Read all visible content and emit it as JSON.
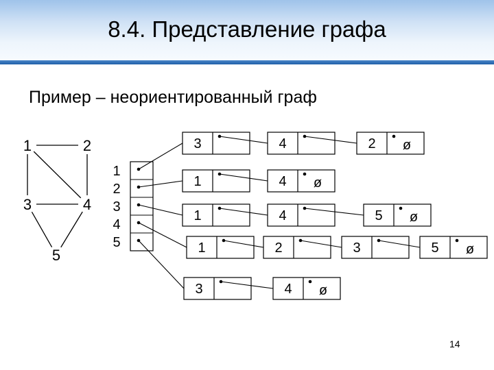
{
  "title": "8.4. Представление графа",
  "subtitle": "Пример – неориентированный граф",
  "page_number": "14",
  "graph": {
    "vertices": [
      "1",
      "2",
      "3",
      "4",
      "5"
    ],
    "edges": [
      [
        "1",
        "2"
      ],
      [
        "1",
        "3"
      ],
      [
        "2",
        "4"
      ],
      [
        "3",
        "4"
      ],
      [
        "3",
        "5"
      ],
      [
        "1",
        "4"
      ],
      [
        "4",
        "5"
      ]
    ]
  },
  "adjacency": {
    "index": [
      "1",
      "2",
      "3",
      "4",
      "5"
    ],
    "lists": [
      [
        "3",
        "4",
        "2"
      ],
      [
        "1",
        "4"
      ],
      [
        "1",
        "4",
        "5"
      ],
      [
        "1",
        "2",
        "3",
        "5"
      ],
      [
        "3",
        "4"
      ]
    ],
    "null_symbol": "ø"
  }
}
